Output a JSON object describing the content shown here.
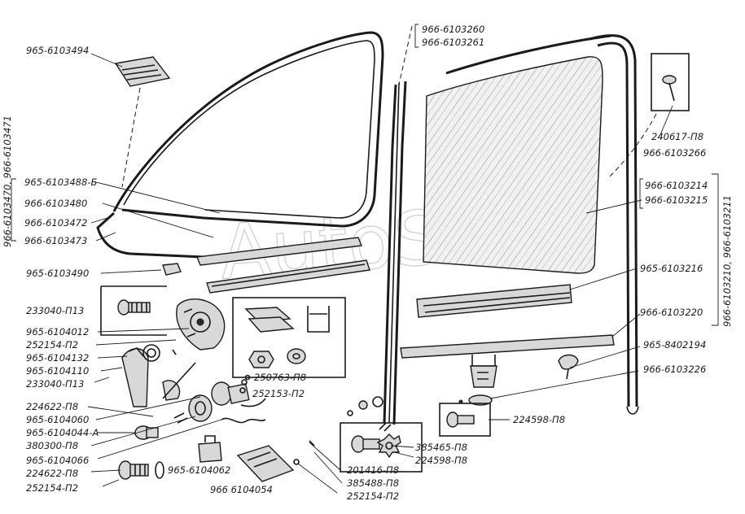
{
  "watermark": "AutoSoft",
  "labels": {
    "p965_6103494": "965-6103494",
    "p965_6103488b": "965-6103488-Б",
    "p966_6103480": "966-6103480",
    "p966_6103472": "966-6103472",
    "p966_6103473": "966-6103473",
    "p965_6103490": "965-6103490",
    "p233040_p13_a": "233040-П13",
    "p965_6104012": "965-6104012",
    "p252154_p2_a": "252154-П2",
    "p965_6104132": "965-6104132",
    "p965_6104110": "965-6104110",
    "p233040_p13_b": "233040-П13",
    "p224622_p8_a": "224622-П8",
    "p965_6104060": "965-6104060",
    "p965_6104044a": "965-6104044-А",
    "p380300_p8": "380300-П8",
    "p965_6104066": "965-6104066",
    "p224622_p8_b": "224622-П8",
    "p252154_p2_b": "252154-П2",
    "p965_6104062": "965-6104062",
    "p966_6104054": "966 6104054",
    "p250763_p8": "250763-П8",
    "p252153_p2": "252153-П2",
    "p201416_p8": "201416-П8",
    "p385488_p8": "385488-П8",
    "p252154_p2_c": "252154-П2",
    "p385465_p8": "385465-П8",
    "p224598_p8_a": "224598-П8",
    "p224598_p8_b": "224598-П8",
    "p966_6103260": "966-6103260",
    "p966_6103261": "966-6103261",
    "p240617_p8": "240617-П8",
    "p966_6103266": "966-6103266",
    "p966_6103214": "966-6103214",
    "p966_6103215": "966-6103215",
    "p965_6103216": "965-6103216",
    "p966_6103220": "966-6103220",
    "p965_8402194": "965-8402194",
    "p966_6103226": "966-6103226"
  },
  "vertical_labels": {
    "left_group": "966-6103470, 966-6103471",
    "right_group": "966-6103210, 966-6103211"
  }
}
